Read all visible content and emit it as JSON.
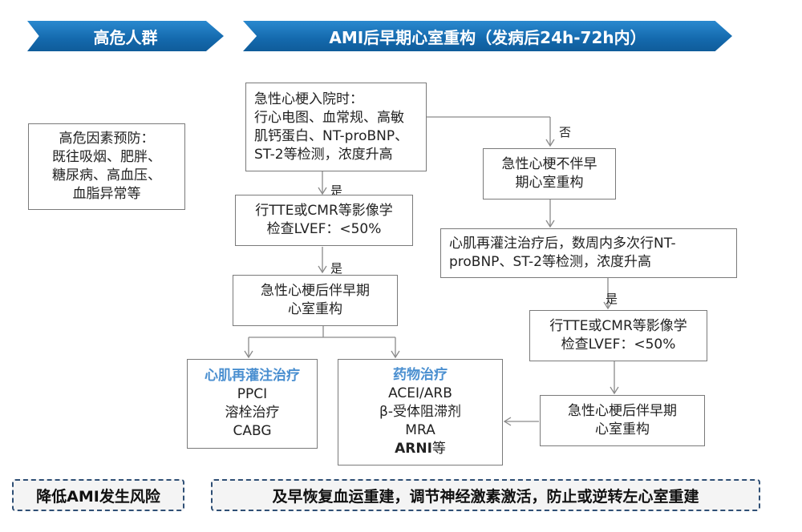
{
  "banners": {
    "left": "高危人群",
    "right": "AMI后早期心室重构（发病后24h-72h内）"
  },
  "risk_box": [
    "高危因素预防：",
    "既往吸烟、肥胖、",
    "糖尿病、高血压、",
    "血脂异常等"
  ],
  "admission_box": [
    "急性心梗入院时：",
    "行心电图、血常规、高敏",
    "肌钙蛋白、NT-proBNP、",
    "ST-2等检测，浓度升高"
  ],
  "imaging_left": [
    "行TTE或CMR等影像学",
    "检查LVEF：<50%"
  ],
  "remodel_left": [
    "急性心梗后伴早期",
    "心室重构"
  ],
  "reperfusion_box": {
    "title": "心肌再灌注治疗",
    "items": [
      "PPCI",
      "溶栓治疗",
      "CABG"
    ]
  },
  "drug_box": {
    "title": "药物治疗",
    "items": [
      "ACEI/ARB",
      "β-受体阻滞剂",
      "MRA"
    ],
    "last_bold": "ARNI",
    "last_suffix": "等"
  },
  "no_remodel_box": [
    "急性心梗不伴早",
    "期心室重构"
  ],
  "followup_box": [
    "心肌再灌注治疗后，数周内多次行NT-",
    "proBNP、ST-2等检测，浓度升高"
  ],
  "imaging_right": [
    "行TTE或CMR等影像学",
    "检查LVEF：<50%"
  ],
  "remodel_right": [
    "急性心梗后伴早期",
    "心室重构"
  ],
  "labels": {
    "yes1": "是",
    "yes2": "是",
    "yes3": "是",
    "no": "否"
  },
  "bottom": {
    "left": "降低AMI发生风险",
    "right": "及早恢复血运重建，调节神经激素激活，防止或逆转左心室重建"
  }
}
